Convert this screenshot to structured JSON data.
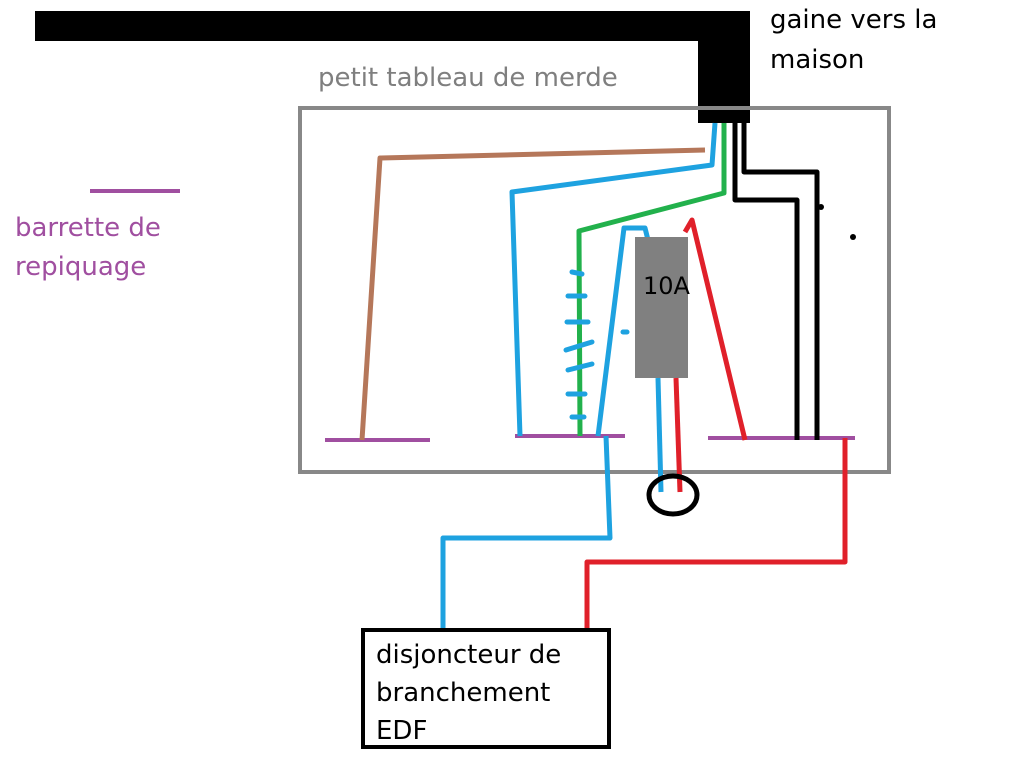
{
  "labels": {
    "gaine": [
      "gaine vers la",
      "maison"
    ],
    "tableau": "petit tableau de merde",
    "barrette": [
      "barrette de",
      "repiquage"
    ],
    "fusible": "10A",
    "disjoncteur": [
      "disjoncteur de",
      "branchement",
      "EDF"
    ]
  },
  "colors": {
    "gaine": "#000000",
    "tableau_border": "#888888",
    "tableau_text": "#7f7f7f",
    "barrette": "#a04fa0",
    "brown_wire": "#b5775a",
    "blue_wire": "#1ea2e0",
    "green_wire": "#22b14c",
    "red_wire": "#e0202a",
    "black_wire": "#000000",
    "fuse_body": "#808080"
  }
}
